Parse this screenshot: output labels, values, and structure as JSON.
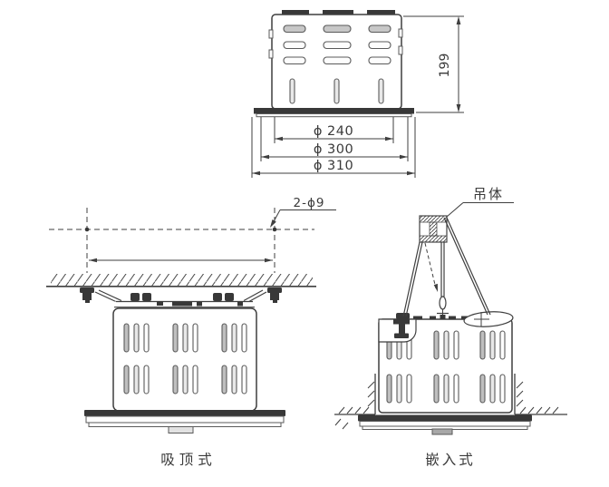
{
  "drawing": {
    "front_view": {
      "height_dim": "199",
      "dia_body": "ϕ 240",
      "dia_flange_inner": "ϕ 300",
      "dia_flange_outer": "ϕ 310"
    },
    "surface_mount_view": {
      "holes_dim": "2-ϕ9",
      "caption": "吸顶式"
    },
    "recessed_view": {
      "hanger_label": "吊体",
      "caption": "嵌入式"
    }
  },
  "colors": {
    "line": "#3f3f3f",
    "dark": "#383838",
    "text": "#3a3a3a",
    "background": "#ffffff"
  }
}
